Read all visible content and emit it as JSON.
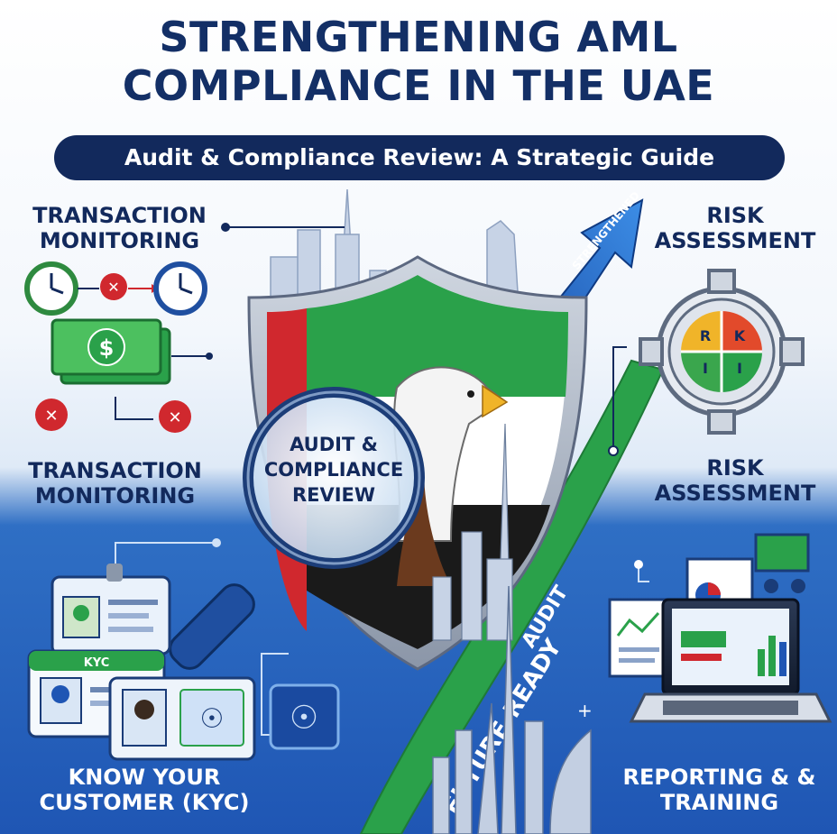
{
  "title": {
    "line1": "STRENGTHENING AML",
    "line2": "COMPLIANCE IN THE UAE"
  },
  "subtitle": "Audit & Compliance Review: A Strategic Guide",
  "sections": {
    "transaction_monitoring_top": "TRANSACTION MONITORING",
    "transaction_monitoring_bottom": "TRANSACTION MONITORING",
    "risk_assessment_top": "RISK ASSESSMENT",
    "risk_assessment_bottom": "RISK ASSESSMENT",
    "kyc": "KNOW YOUR CUSTOMER (KYC)",
    "reporting": "REPORTING & & TRAINING"
  },
  "center": {
    "magnifier_text": [
      "AUDIT &",
      "COMPLIANCE",
      "REVIEW"
    ],
    "arrow_text": "STRENGTHENED",
    "band_audit": "AUDIT",
    "band_future": "FUTURE-READY"
  },
  "risk_matrix": [
    "R",
    "K",
    "I"
  ],
  "kyc_card_label": "KYC",
  "money_symbol": "$",
  "colors": {
    "navy": "#12295c",
    "green": "#2aa14a",
    "red": "#d0282e",
    "blue": "#1f56b4"
  }
}
